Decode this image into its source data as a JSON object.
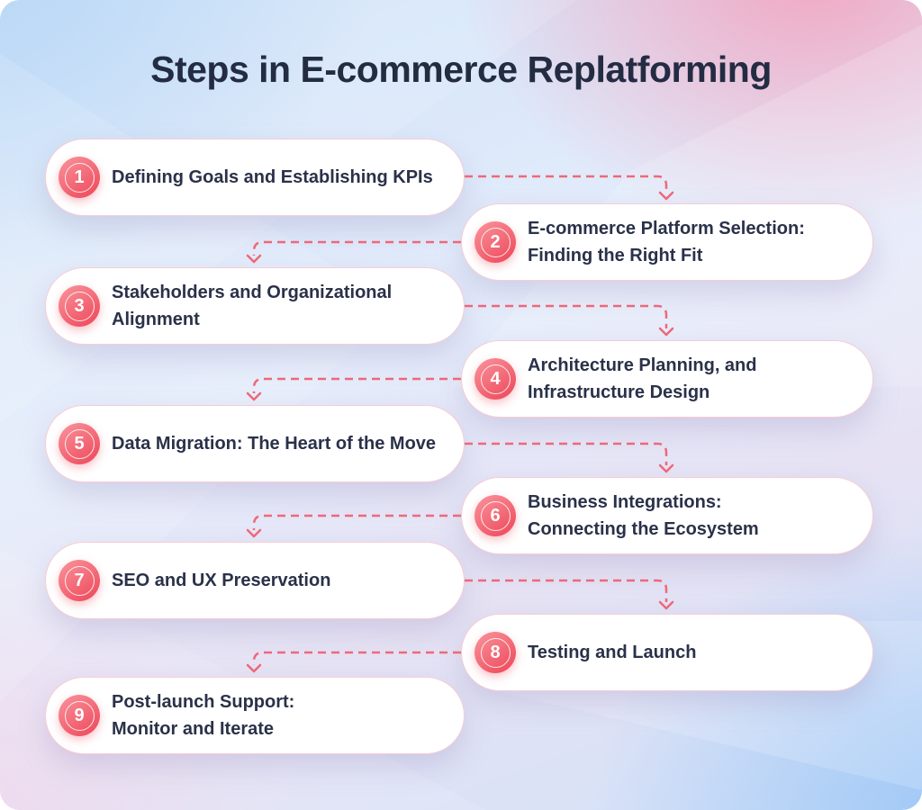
{
  "title": "Steps in E-commerce Replatforming",
  "steps": [
    {
      "number": "1",
      "label": "Defining Goals and Establishing KPIs"
    },
    {
      "number": "2",
      "label": "E-commerce Platform Selection:\nFinding the Right Fit"
    },
    {
      "number": "3",
      "label": "Stakeholders and Organizational\nAlignment"
    },
    {
      "number": "4",
      "label": "Architecture Planning, and\nInfrastructure Design"
    },
    {
      "number": "5",
      "label": "Data Migration: The Heart of the Move"
    },
    {
      "number": "6",
      "label": "Business Integrations:\nConnecting the Ecosystem"
    },
    {
      "number": "7",
      "label": "SEO and UX Preservation"
    },
    {
      "number": "8",
      "label": "Testing and Launch"
    },
    {
      "number": "9",
      "label": "Post-launch Support:\nMonitor and Iterate"
    }
  ],
  "colors": {
    "title_text": "#232c43",
    "card_text": "#2a3149",
    "card_border": "#f7ccd5",
    "badge_gradient_start": "#f9949c",
    "badge_gradient_end": "#ef4f60",
    "connector": "#ef6878",
    "background_blue": "#a8cef4",
    "background_pink": "#f3a2be"
  }
}
